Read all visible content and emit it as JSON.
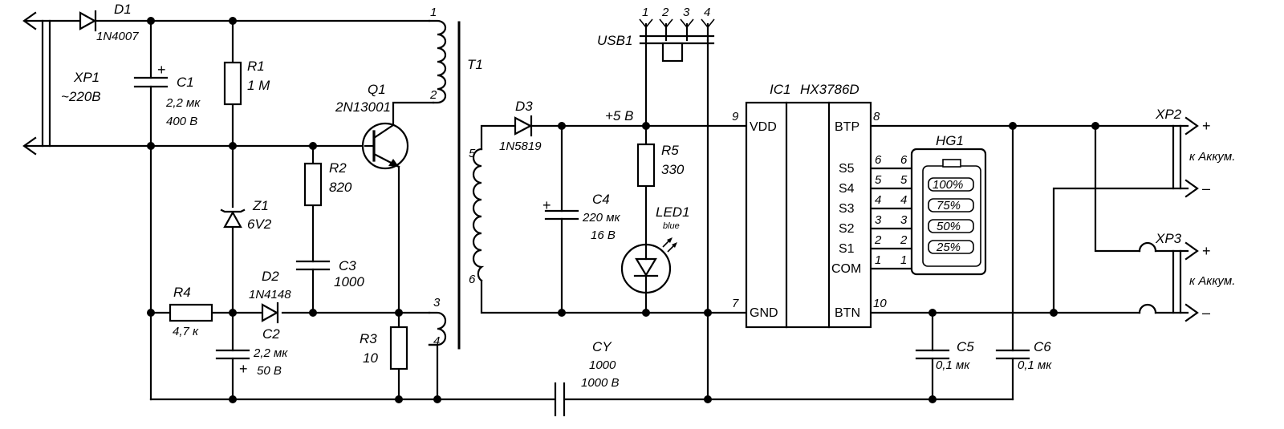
{
  "labels": {
    "d1": {
      "ref": "D1",
      "val": "1N4007"
    },
    "xp1": {
      "ref": "XP1",
      "val": "~220В"
    },
    "c1": {
      "ref": "C1",
      "v1": "2,2 мк",
      "v2": "400 В"
    },
    "r1": {
      "ref": "R1",
      "val": "1 М"
    },
    "q1": {
      "ref": "Q1",
      "val": "2N13001"
    },
    "t1": {
      "ref": "T1"
    },
    "r2": {
      "ref": "R2",
      "val": "820"
    },
    "z1": {
      "ref": "Z1",
      "val": "6V2"
    },
    "c3": {
      "ref": "C3",
      "val": "1000"
    },
    "r4": {
      "ref": "R4",
      "val": "4,7 к"
    },
    "d2": {
      "ref": "D2",
      "val": "1N4148"
    },
    "c2": {
      "ref": "C2",
      "v1": "2,2 мк",
      "v2": "50 В"
    },
    "r3": {
      "ref": "R3",
      "val": "10"
    },
    "cy": {
      "ref": "CY",
      "v1": "1000",
      "v2": "1000 В"
    },
    "d3": {
      "ref": "D3",
      "val": "1N5819"
    },
    "plus5": "+5 В",
    "usb1": {
      "ref": "USB1"
    },
    "c4": {
      "ref": "C4",
      "v1": "220 мк",
      "v2": "16 В"
    },
    "r5": {
      "ref": "R5",
      "val": "330"
    },
    "led1": {
      "ref": "LED1",
      "color": "blue"
    },
    "ic1": {
      "ref": "IC1",
      "val": "HX3786D"
    },
    "hg1": {
      "ref": "HG1"
    },
    "c5": {
      "ref": "C5",
      "val": "0,1 мк"
    },
    "c6": {
      "ref": "C6",
      "val": "0,1 мк"
    },
    "xp2": {
      "ref": "XP2",
      "plus": "+",
      "minus": "–",
      "note": "к Аккум."
    },
    "xp3": {
      "ref": "XP3",
      "plus": "+",
      "minus": "–",
      "note": "к Аккум."
    }
  },
  "transformer_pins": [
    "1",
    "2",
    "3",
    "4",
    "5",
    "6"
  ],
  "usb_pins": [
    "1",
    "2",
    "3",
    "4"
  ],
  "ic_pins_left": [
    {
      "num": "9",
      "name": "VDD"
    },
    {
      "num": "7",
      "name": "GND"
    }
  ],
  "ic_pins_right": [
    {
      "num": "8",
      "name": "BTP"
    },
    {
      "num": "6",
      "name": "S5"
    },
    {
      "num": "5",
      "name": "S4"
    },
    {
      "num": "4",
      "name": "S3"
    },
    {
      "num": "3",
      "name": "S2"
    },
    {
      "num": "2",
      "name": "S1"
    },
    {
      "num": "1",
      "name": "COM"
    },
    {
      "num": "10",
      "name": "BTN"
    }
  ],
  "hg1_pins": [
    "6",
    "5",
    "4",
    "3",
    "2",
    "1"
  ],
  "hg1_levels": [
    "100%",
    "75%",
    "50%",
    "25%"
  ],
  "hg1_level_values": [
    100,
    75,
    50,
    25
  ]
}
